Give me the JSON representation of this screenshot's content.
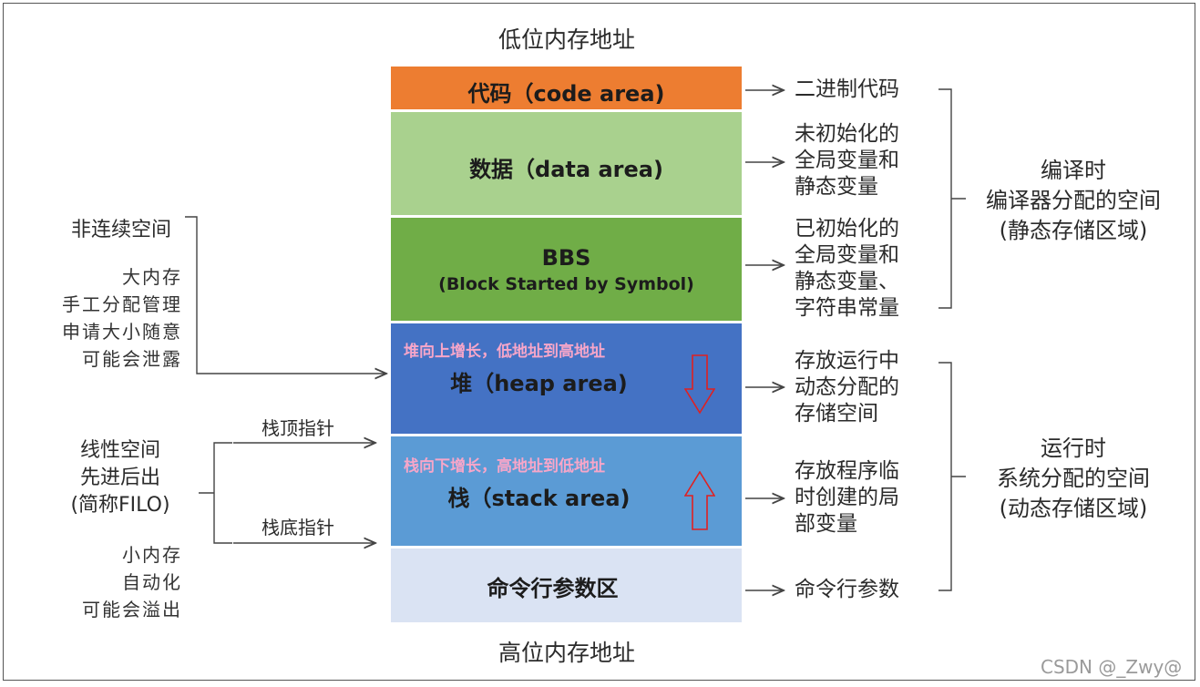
{
  "top_label": "低位内存地址",
  "bottom_label": "高位内存地址",
  "segments": {
    "code": {
      "label": "代码（code area)",
      "color": "#ed7d31"
    },
    "data": {
      "label": "数据（data area)",
      "color": "#a9d18e"
    },
    "bbs": {
      "label": "BBS",
      "sublabel": "(Block Started by Symbol)",
      "color": "#70ad47"
    },
    "heap": {
      "label": "堆（heap area)",
      "note": "堆向上增长，低地址到高地址",
      "color": "#4472c4"
    },
    "stack": {
      "label": "栈（stack area)",
      "note": "栈向下增长，高地址到低地址",
      "color": "#5b9bd5"
    },
    "args": {
      "label": "命令行参数区",
      "color": "#dae3f3"
    }
  },
  "right_notes": {
    "code": [
      "二进制代码"
    ],
    "data": [
      "未初始化的",
      "全局变量和",
      "静态变量"
    ],
    "bbs": [
      "已初始化的",
      "全局变量和",
      "静态变量、",
      "字符串常量"
    ],
    "heap": [
      "存放运行中",
      "动态分配的",
      "存储空间"
    ],
    "stack": [
      "存放程序临",
      "时创建的局",
      "部变量"
    ],
    "args": [
      "命令行参数"
    ]
  },
  "groups": {
    "compile": [
      "编译时",
      "编译器分配的空间",
      "(静态存储区域)"
    ],
    "runtime": [
      "运行时",
      "系统分配的空间",
      "(动态存储区域)"
    ]
  },
  "left": {
    "heap_title": "非连续空间",
    "heap_desc": [
      "大内存",
      "手工分配管理",
      "申请大小随意",
      "可能会泄露"
    ],
    "stack_title": [
      "线性空间",
      "先进后出",
      "(简称FILO)"
    ],
    "stack_top_pointer": "栈顶指针",
    "stack_bottom_pointer": "栈底指针",
    "stack_desc": [
      "小内存",
      "自动化",
      "可能会溢出"
    ]
  },
  "watermark": "CSDN @_Zwy@",
  "arrow_color": "#e02020"
}
